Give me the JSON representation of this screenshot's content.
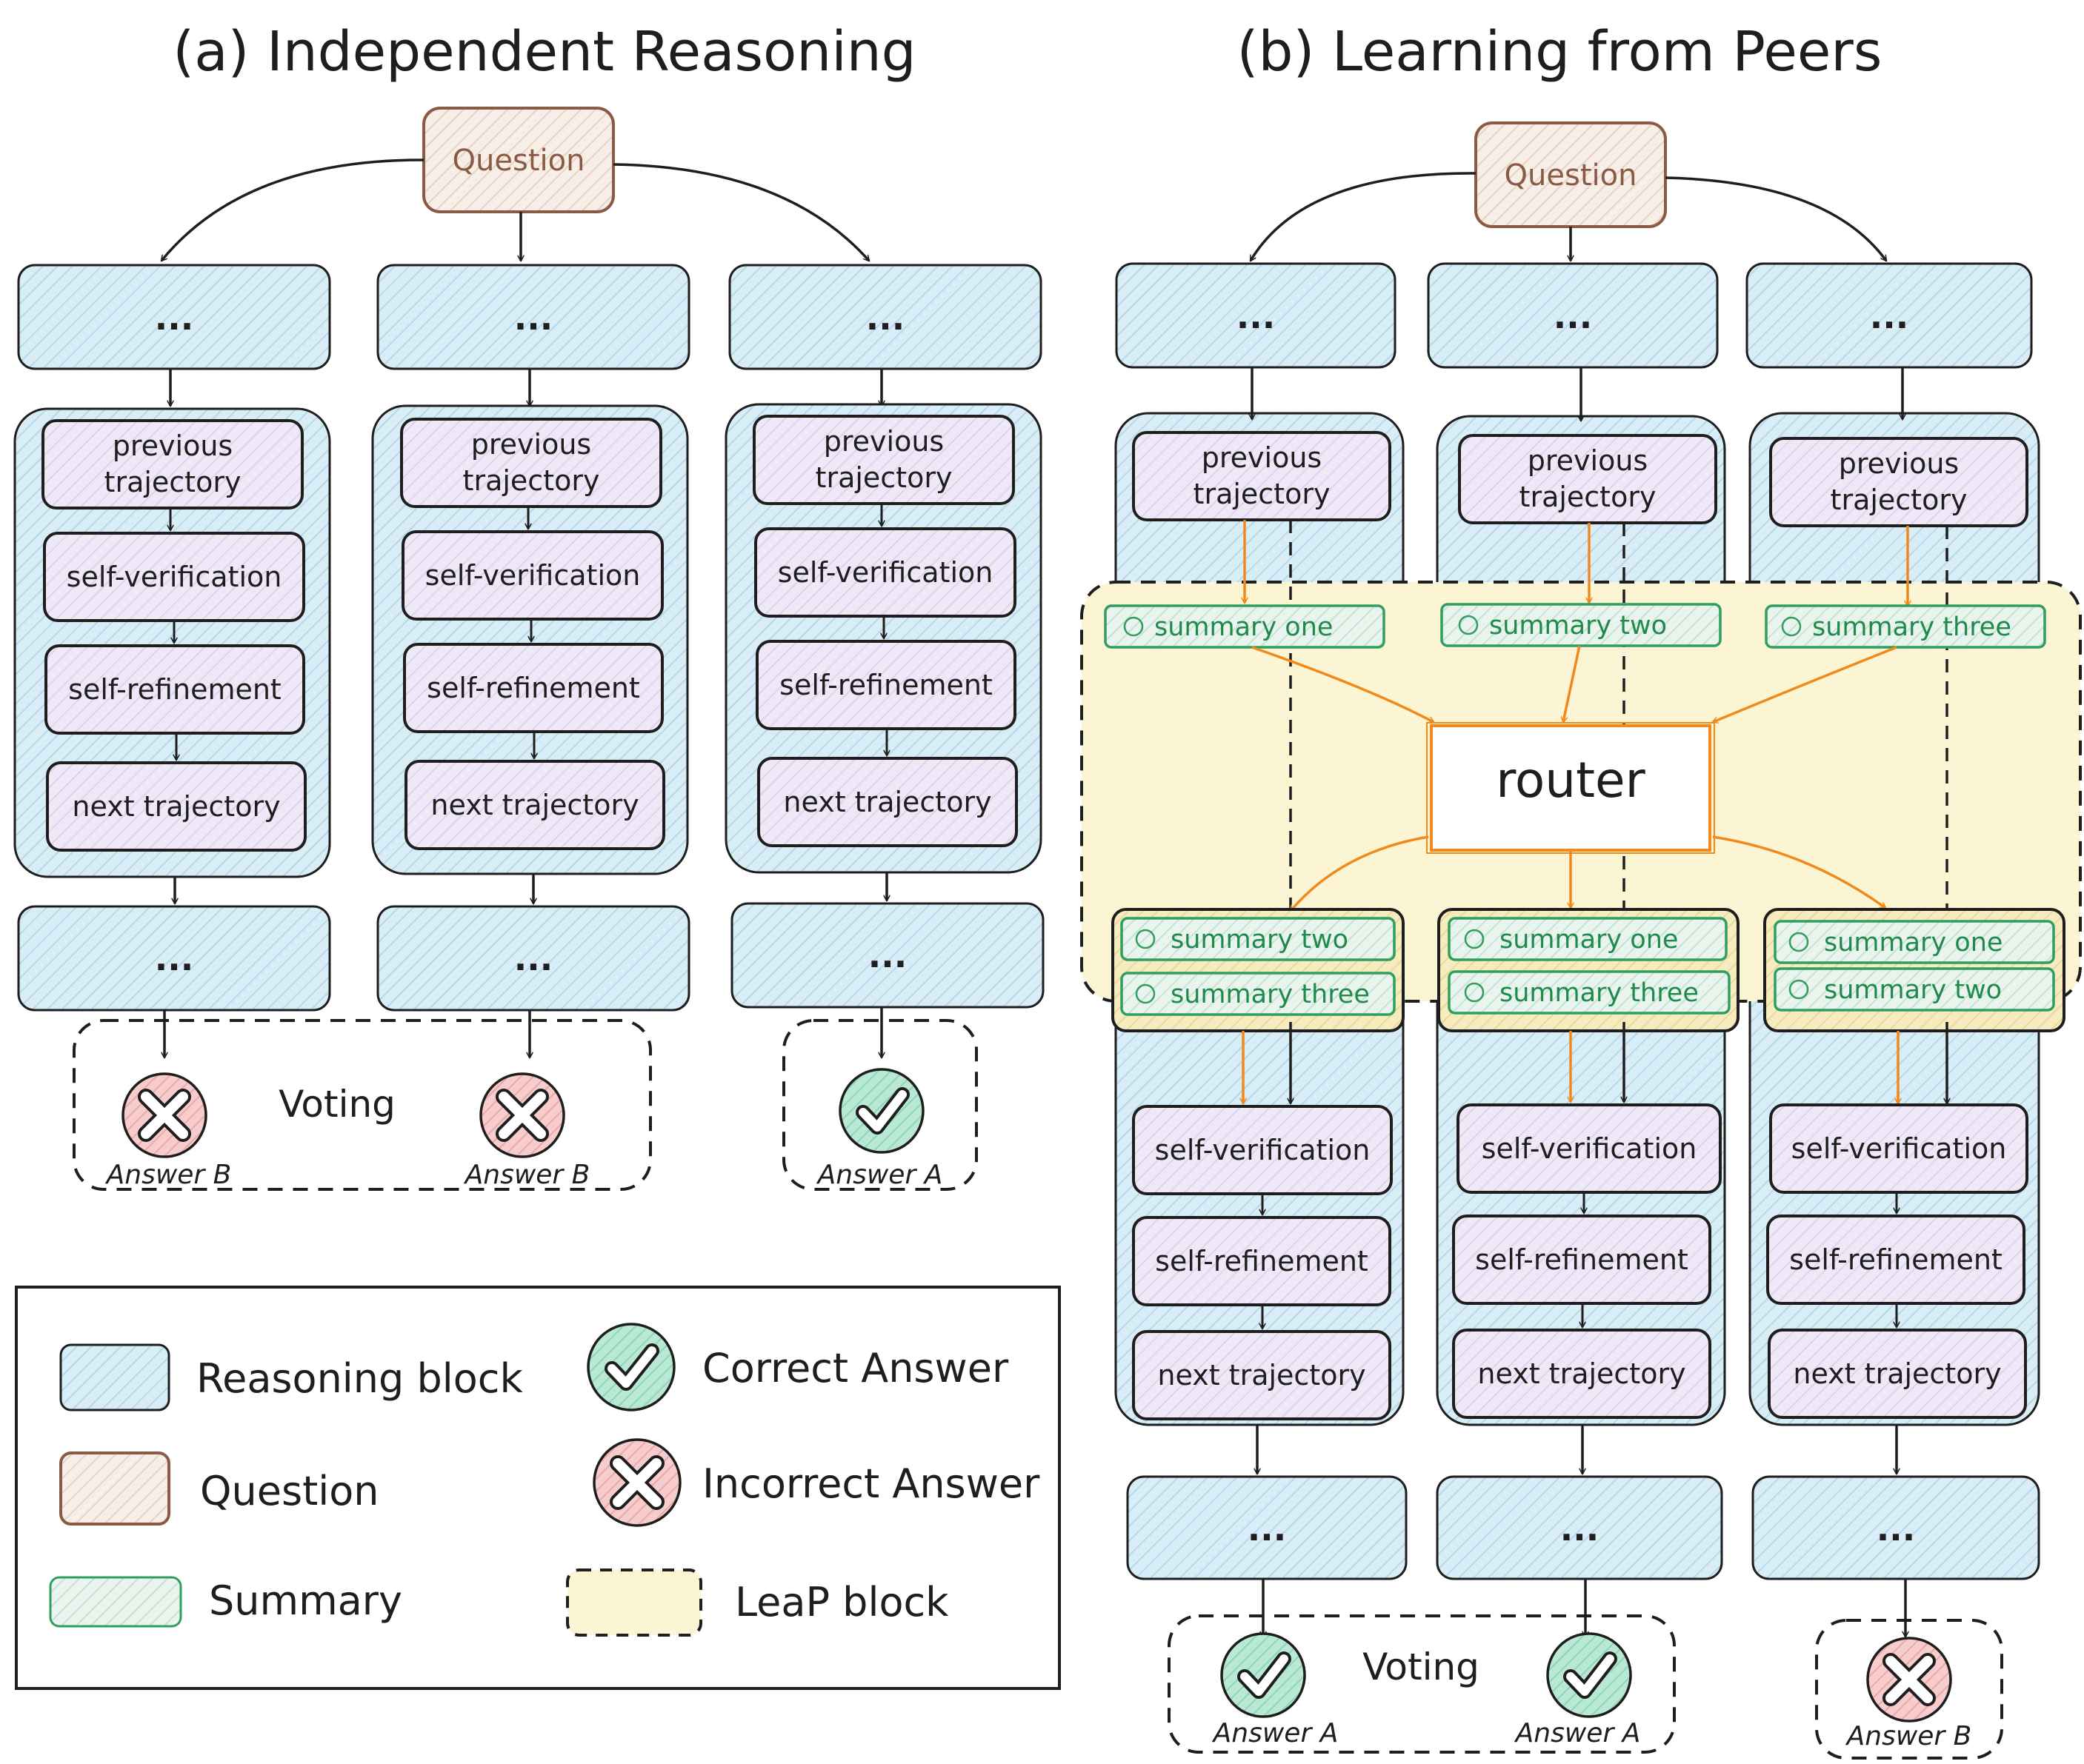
{
  "titles": {
    "a": "(a) Independent Reasoning",
    "b": "(b) Learning from Peers"
  },
  "question": "Question",
  "block": {
    "dots": "...",
    "previous": "previous",
    "trajectory": "trajectory",
    "self_verification": "self-verification",
    "self_refinement": "self-refinement",
    "next_trajectory": "next trajectory"
  },
  "router": "router",
  "summaries_out": [
    "summary one",
    "summary two",
    "summary three"
  ],
  "summaries_in": [
    [
      "summary two",
      "summary three"
    ],
    [
      "summary one",
      "summary three"
    ],
    [
      "summary one",
      "summary two"
    ]
  ],
  "voting": "Voting",
  "answers_a": [
    {
      "label": "Answer B",
      "correct": false
    },
    {
      "label": "Answer B",
      "correct": false
    },
    {
      "label": "Answer A",
      "correct": true
    }
  ],
  "answers_b": [
    {
      "label": "Answer A",
      "correct": true
    },
    {
      "label": "Answer A",
      "correct": true
    },
    {
      "label": "Answer B",
      "correct": false
    }
  ],
  "legend": {
    "reasoning_block": "Reasoning block",
    "question": "Question",
    "summary": "Summary",
    "correct": "Correct Answer",
    "incorrect": "Incorrect Answer",
    "leap": "LeaP block"
  },
  "colors": {
    "reasoning_fill": "#d6ebf5",
    "question_fill": "#f5ebe2",
    "question_stroke": "#8a5a44",
    "step_fill": "#ece6f6",
    "summary_stroke": "#2f9e5e",
    "leap_fill": "#fcf5d4",
    "arrow_orange": "#f08a1c",
    "correct_fill": "#b2e5cf",
    "incorrect_fill": "#f5c4c4"
  }
}
